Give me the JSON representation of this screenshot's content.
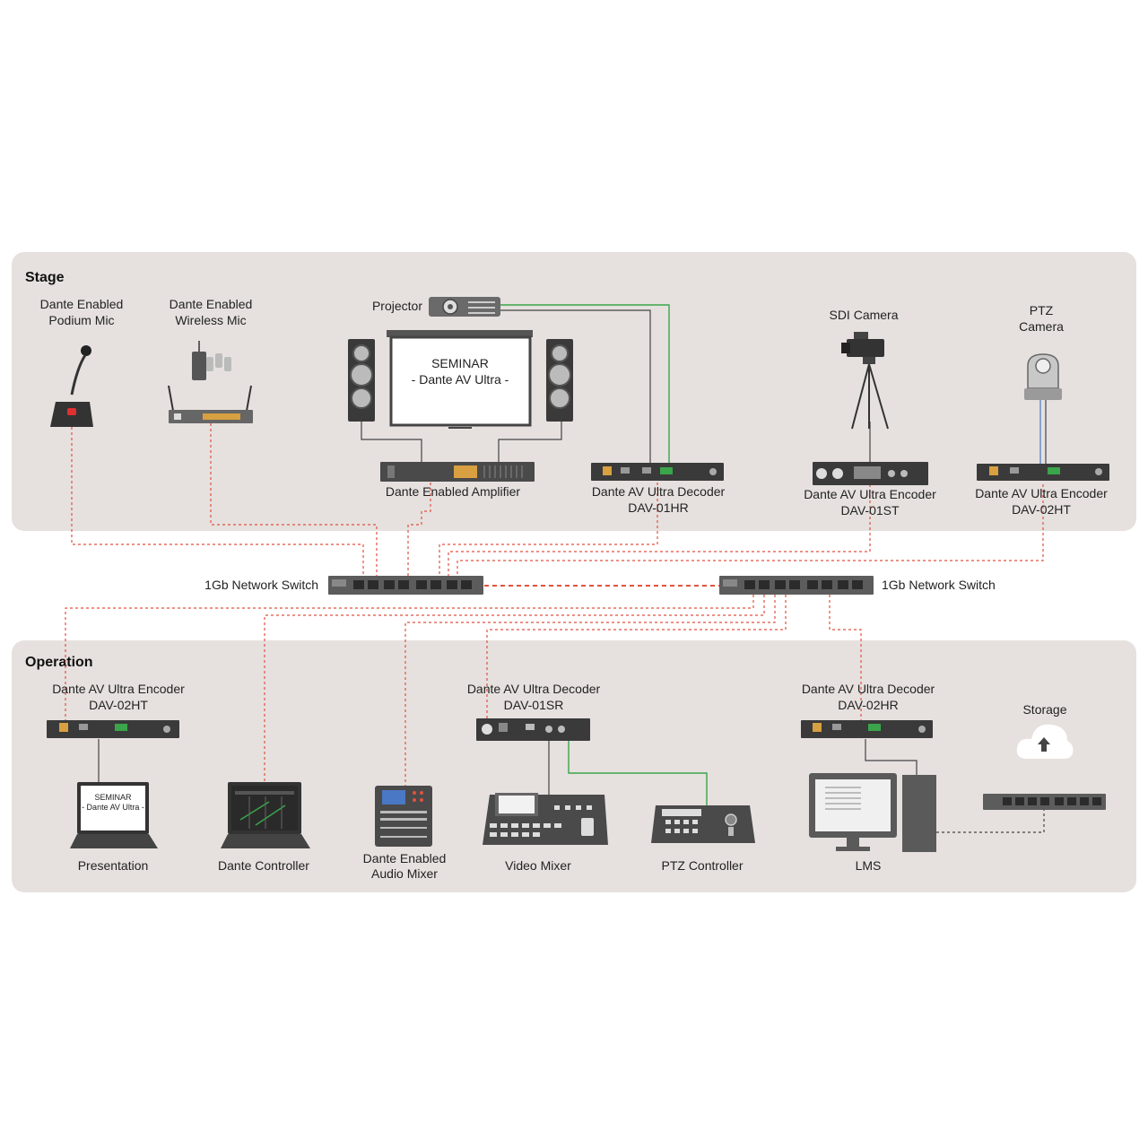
{
  "sections": {
    "stage": "Stage",
    "operation": "Operation"
  },
  "stage": {
    "podium_mic": [
      "Dante Enabled",
      "Podium Mic"
    ],
    "wireless_mic": [
      "Dante Enabled",
      "Wireless Mic"
    ],
    "projector": "Projector",
    "screen": [
      "SEMINAR",
      "- Dante AV Ultra -"
    ],
    "amplifier": "Dante Enabled Amplifier",
    "decoder": [
      "Dante AV Ultra Decoder",
      "DAV-01HR"
    ],
    "sdi_camera": "SDI Camera",
    "sdi_encoder": [
      "Dante AV Ultra Encoder",
      "DAV-01ST"
    ],
    "ptz_camera": [
      "PTZ",
      "Camera"
    ],
    "ptz_encoder": [
      "Dante AV Ultra Encoder",
      "DAV-02HT"
    ]
  },
  "switches": {
    "left": "1Gb Network Switch",
    "right": "1Gb Network Switch"
  },
  "operation": {
    "encoder": [
      "Dante AV Ultra Encoder",
      "DAV-02HT"
    ],
    "laptop_screen": [
      "SEMINAR",
      "- Dante AV Ultra -"
    ],
    "presentation": "Presentation",
    "dante_controller": "Dante Controller",
    "audio_mixer": [
      "Dante Enabled",
      "Audio Mixer"
    ],
    "decoder_sr": [
      "Dante AV Ultra Decoder",
      "DAV-01SR"
    ],
    "video_mixer": "Video Mixer",
    "ptz_controller": "PTZ Controller",
    "decoder_hr": [
      "Dante AV Ultra Decoder",
      "DAV-02HR"
    ],
    "lms": "LMS",
    "storage": "Storage"
  },
  "colors": {
    "panel": "#e6e1df",
    "network": "#e0523f",
    "video": "#3aa54a",
    "device": "#3a3a3a"
  }
}
